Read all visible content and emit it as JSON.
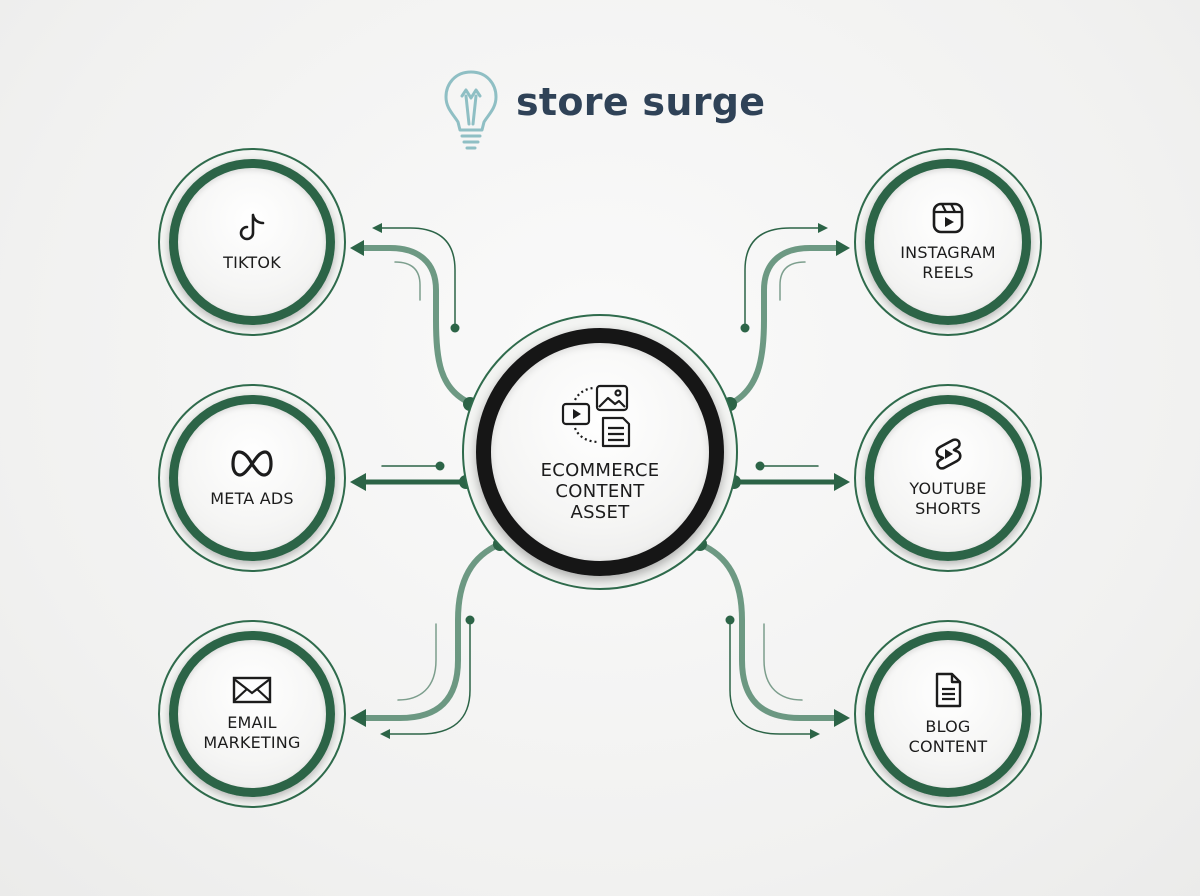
{
  "brand": {
    "name": "store surge",
    "icon": "lightbulb-icon"
  },
  "center": {
    "lines": [
      "ECOMMERCE",
      "CONTENT",
      "ASSET"
    ],
    "icon": "content-assets-icon"
  },
  "nodes": {
    "tiktok": {
      "lines": [
        "TIKTOK"
      ],
      "icon": "tiktok-icon"
    },
    "meta_ads": {
      "lines": [
        "META ADS"
      ],
      "icon": "meta-icon"
    },
    "email": {
      "lines": [
        "EMAIL",
        "MARKETING"
      ],
      "icon": "envelope-icon"
    },
    "instagram": {
      "lines": [
        "INSTAGRAM",
        "REELS"
      ],
      "icon": "reels-icon"
    },
    "youtube": {
      "lines": [
        "YOUTUBE",
        "SHORTS"
      ],
      "icon": "shorts-icon"
    },
    "blog": {
      "lines": [
        "BLOG",
        "CONTENT"
      ],
      "icon": "document-icon"
    }
  },
  "colors": {
    "accent_green": "#2c6447",
    "center_ring": "#161616",
    "brand_text": "#2f4257",
    "brand_icon": "#8fbfc4"
  }
}
